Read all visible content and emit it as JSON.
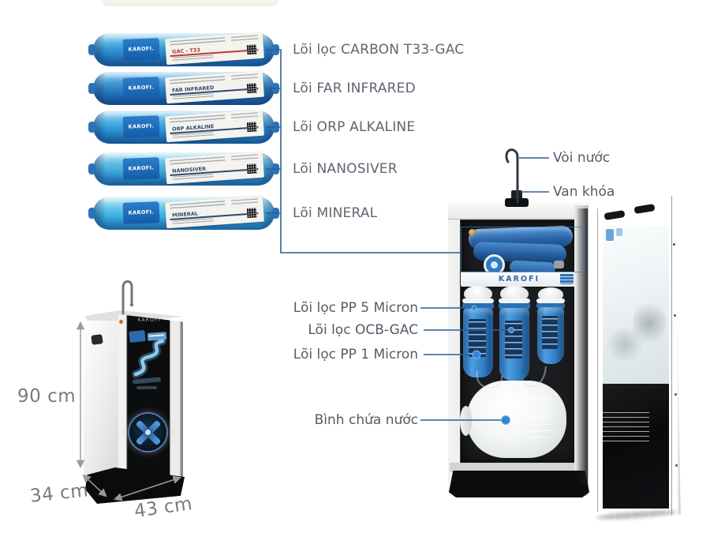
{
  "brand": {
    "name": "KAROFI",
    "cartridge": "KAROFI."
  },
  "filter_callouts": {
    "items": [
      {
        "label": "Lõi lọc CARBON T33-GAC",
        "sticker": "GAC - T33"
      },
      {
        "label": "Lõi FAR INFRARED",
        "sticker": "FAR INFRARED"
      },
      {
        "label": "Lõi ORP ALKALINE",
        "sticker": "ORP ALKALINE"
      },
      {
        "label": "Lõi NANOSIVER",
        "sticker": "NANOSIVER"
      },
      {
        "label": "Lõi MINERAL",
        "sticker": "MINERAL"
      }
    ]
  },
  "machine_callouts": {
    "faucet": "Vòi nước",
    "shutoff_valve": "Van khóa",
    "pp5": "Lõi lọc PP 5 Micron",
    "ocb_gac": "Lõi lọc OCB-GAC",
    "pp1": "Lõi lọc PP 1 Micron",
    "storage_tank": "Bình chứa nước"
  },
  "dimensions": {
    "height": "90 cm",
    "depth": "34 cm",
    "width": "43 cm"
  },
  "colors": {
    "callout_line_blue": "#2d5f96",
    "callout_text_gray": "#5e6670",
    "dimension_gray": "#7b7b7b",
    "cartridge_blue": "#2f93d6",
    "housing_blue": "#2e7cc9",
    "tank_white": "#f4f6f6"
  }
}
